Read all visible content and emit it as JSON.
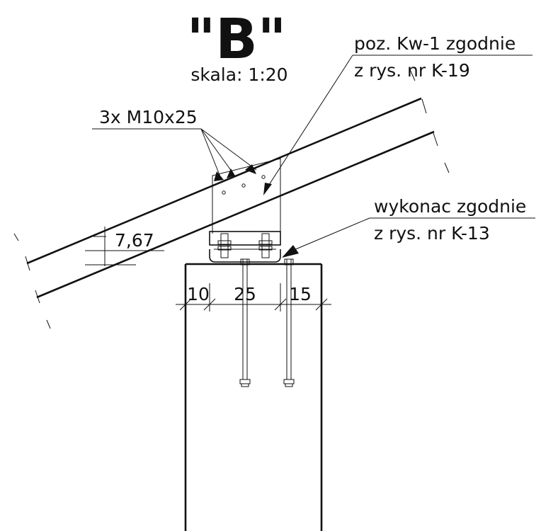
{
  "detail": {
    "title": "\"B\"",
    "scale": "skala: 1:20"
  },
  "callouts": {
    "bolts": "3x M10x25",
    "kw_line1": "poz. Kw-1 zgodnie",
    "kw_line2": "z rys. nr K-19",
    "k13_line1": "wykonac zgodnie",
    "k13_line2": "z rys. nr K-13"
  },
  "slope": "7,67",
  "dimensions": [
    "10",
    "25",
    "15"
  ]
}
